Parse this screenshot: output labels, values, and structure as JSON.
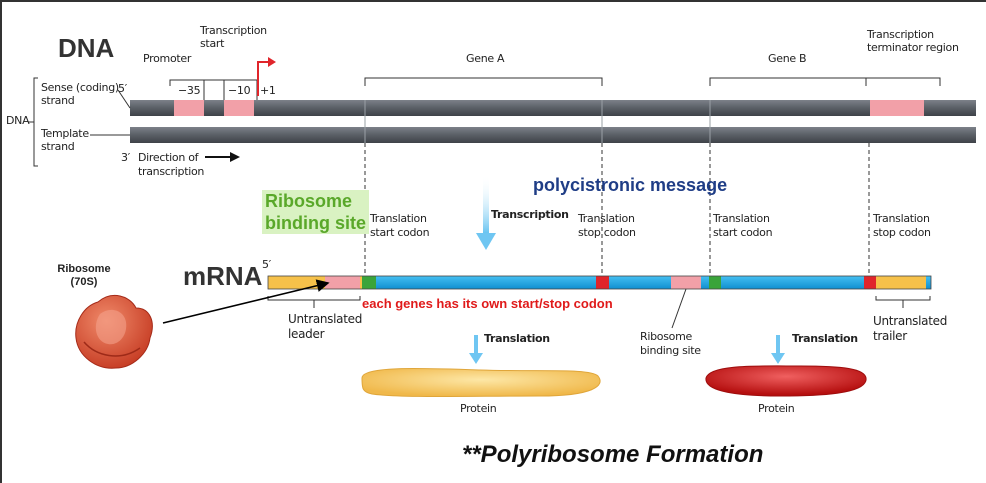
{
  "diagram": {
    "dna_title": "DNA",
    "mrna_title": "mRNA",
    "promoter": "Promoter",
    "transcription_start": "Transcription\nstart",
    "minus35": "−35",
    "minus10": "−10",
    "plus1": "+1",
    "gene_a": "Gene A",
    "gene_b": "Gene B",
    "terminator": "Transcription\nterminator region",
    "dna_side": "DNA",
    "sense_strand": "Sense (coding)\nstrand",
    "template_strand": "Template\nstrand",
    "five_prime_top": "5′",
    "three_prime_bottom": "3′",
    "direction_of_transcription": "Direction of\ntranscription",
    "polycistronic": "polycistronic message",
    "ribosome_binding_site_highlight": "Ribosome\nbinding site",
    "translation_start_codon_1": "Translation\nstart codon",
    "transcription_label": "Transcription",
    "translation_stop_codon_1": "Translation\nstop codon",
    "translation_start_codon_2": "Translation\nstart codon",
    "translation_stop_codon_2": "Translation\nstop codon",
    "ribosome": "Ribosome\n(70S)",
    "mrna_five_prime": "5′",
    "each_gene_note": "each genes has its own start/stop codon",
    "untranslated_leader": "Untranslated\nleader",
    "translation_1": "Translation",
    "ribosome_binding_site_2": "Ribosome\nbinding site",
    "translation_2": "Translation",
    "untranslated_trailer": "Untranslated\ntrailer",
    "protein_1": "Protein",
    "protein_2": "Protein",
    "polyribosome": "**Polyribosome Formation"
  },
  "colors": {
    "dna_strand": "#5a5f66",
    "promoter_box": "#f2a0a8",
    "mrna_blue": "#1aa6e8",
    "leader_yellow": "#f6c14a",
    "start_green": "#3aa43a",
    "stop_red": "#e0252b",
    "protein_yellow": "#f8cf6a",
    "protein_red": "#d61f1f",
    "polycistronic_blue": "#1f3d86",
    "note_red": "#e01a1a",
    "rbs_green": "#5aa82a",
    "rbs_highlight": "#d9f2c2",
    "arrow_blue": "#6fc6f2"
  }
}
